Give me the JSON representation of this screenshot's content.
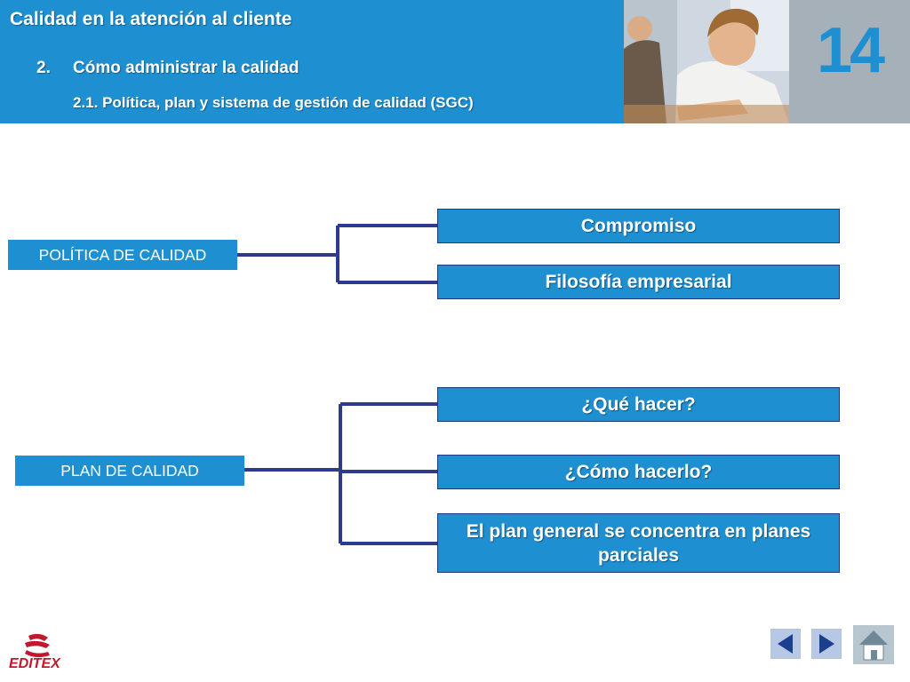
{
  "header": {
    "title": "Calidad en la atención al cliente",
    "section_number": "2.",
    "section_title": "Cómo administrar la calidad",
    "subsection_title": "2.1. Política, plan y sistema de gestión de calidad (SGC)",
    "unit_number": "14",
    "background_color": "#1e8fd0"
  },
  "diagram": {
    "groups": [
      {
        "label": "POLÍTICA DE CALIDAD",
        "branches": [
          "Compromiso",
          "Filosofía empresarial"
        ]
      },
      {
        "label": "PLAN DE CALIDAD",
        "branches": [
          "¿Qué hacer?",
          "¿Cómo hacerlo?",
          "El plan general se concentra en planes parciales"
        ]
      }
    ],
    "connector_color": "#2e3a8c",
    "box_color": "#1e8fd0"
  },
  "footer": {
    "logo_text": "EDITEX",
    "prev_icon": "arrow-left-icon",
    "next_icon": "arrow-right-icon",
    "home_icon": "home-icon"
  }
}
